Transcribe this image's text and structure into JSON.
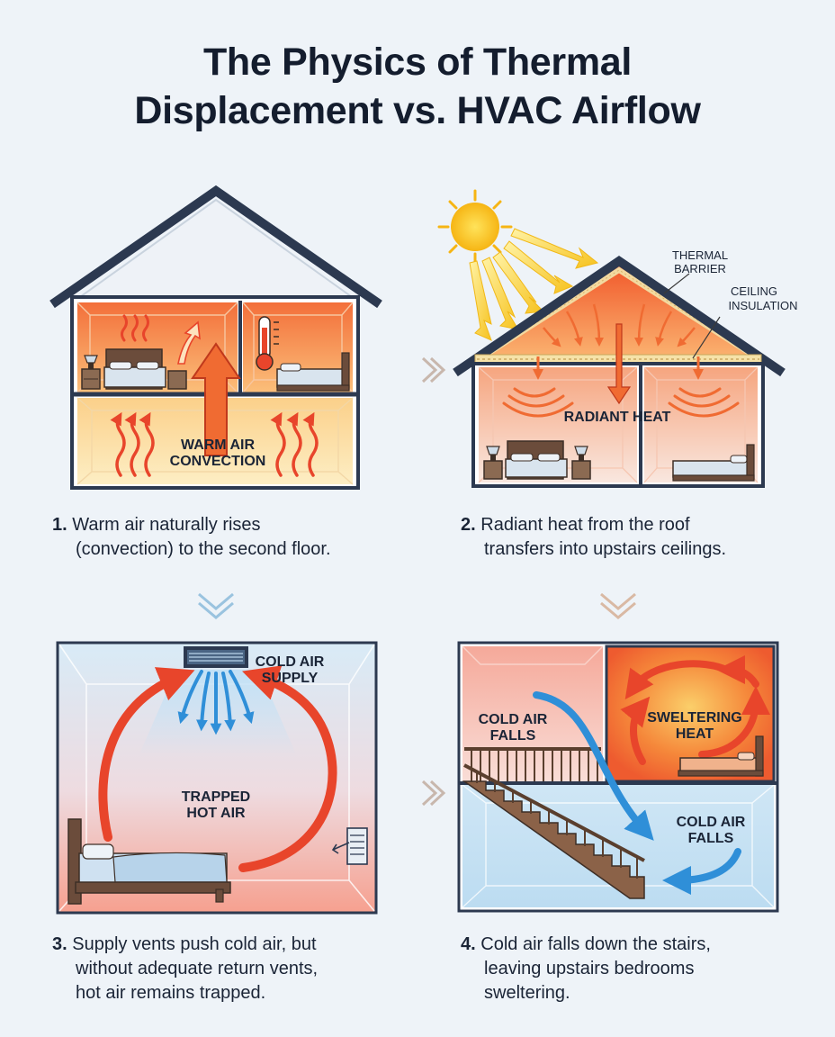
{
  "title": {
    "line1": "The Physics of Thermal",
    "line2": "Displacement vs. HVAC Airflow"
  },
  "panels": [
    {
      "number": "1.",
      "caption_line1": "Warm air naturally rises",
      "caption_line2": "(convection) to the second floor.",
      "labels": {
        "warm_air_1": "WARM AIR",
        "warm_air_2": "CONVECTION"
      }
    },
    {
      "number": "2.",
      "caption_line1": "Radiant heat from the roof",
      "caption_line2": "transfers into upstairs ceilings.",
      "labels": {
        "thermal_barrier_1": "THERMAL",
        "thermal_barrier_2": "BARRIER",
        "ceiling_insulation_1": "CEILING",
        "ceiling_insulation_2": "INSULATION",
        "radiant_heat": "RADIANT HEAT"
      }
    },
    {
      "number": "3.",
      "caption_line1": "Supply vents push cold air, but",
      "caption_line2": "without adequate return vents,",
      "caption_line3": "hot air remains trapped.",
      "labels": {
        "cold_air_supply_1": "COLD AIR",
        "cold_air_supply_2": "SUPPLY",
        "trapped_hot_air_1": "TRAPPED",
        "trapped_hot_air_2": "HOT AIR"
      }
    },
    {
      "number": "4.",
      "caption_line1": "Cold air falls down the stairs,",
      "caption_line2": "leaving upstairs bedrooms",
      "caption_line3": "sweltering.",
      "labels": {
        "cold_air_falls_top_1": "COLD AIR",
        "cold_air_falls_top_2": "FALLS",
        "sweltering_heat_1": "SWELTERING",
        "sweltering_heat_2": "HEAT",
        "cold_air_falls_bottom_1": "COLD AIR",
        "cold_air_falls_bottom_2": "FALLS"
      }
    }
  ],
  "colors": {
    "heat_red": "#e8452b",
    "heat_orange": "#f48a3a",
    "cold_blue": "#2f8fd8",
    "roof_navy": "#2c3950",
    "divider_blue": "#9ccbe6",
    "divider_orange": "#f2a476"
  }
}
